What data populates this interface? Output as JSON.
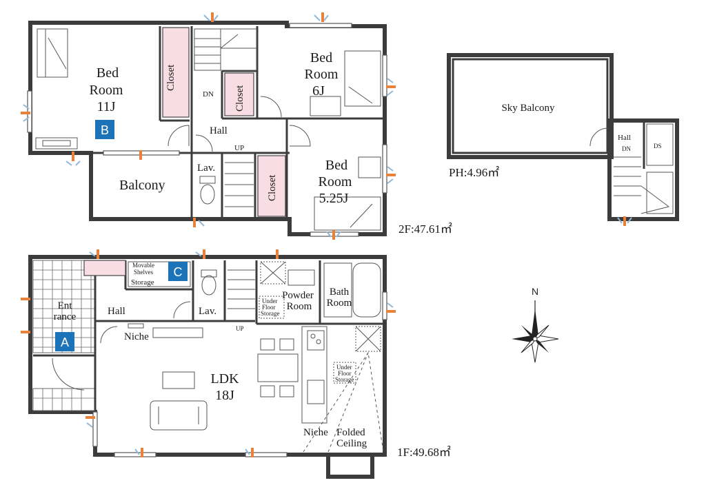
{
  "floor2": {
    "area_label": "2F:47.61㎡",
    "bedroom_b": {
      "line1": "Bed",
      "line2": "Room",
      "line3": "11J",
      "badge": "B"
    },
    "bedroom_6": {
      "line1": "Bed",
      "line2": "Room",
      "line3": "6J"
    },
    "bedroom_525": {
      "line1": "Bed",
      "line2": "Room",
      "line3": "5.25J"
    },
    "closet_1": "Closet",
    "closet_2": "Closet",
    "closet_3": "Closet",
    "dn": "DN",
    "up": "UP",
    "hall": "Hall",
    "lav": "Lav.",
    "balcony": "Balcony"
  },
  "penthouse": {
    "area_label": "PH:4.96㎡",
    "sky_balcony": "Sky Balcony",
    "hall": "Hall",
    "dn": "DN",
    "ds": "DS"
  },
  "floor1": {
    "area_label": "1F:49.68㎡",
    "entrance_line1": "Ent",
    "entrance_line2": "rance",
    "entrance_badge": "A",
    "movable_shelves_1": "Movable",
    "movable_shelves_2": "Shelves",
    "storage": "Storage",
    "storage_badge": "C",
    "hall": "Hall",
    "lav": "Lav.",
    "up": "UP",
    "niche_left": "Niche",
    "under_floor_1a": "Under",
    "under_floor_1b": "Floor",
    "under_floor_1c": "Storage",
    "powder_1": "Powder",
    "powder_2": "Room",
    "bath_1": "Bath",
    "bath_2": "Room",
    "ldk_1": "LDK",
    "ldk_2": "18J",
    "under_floor_2a": "Under",
    "under_floor_2b": "Floor",
    "under_floor_2c": "Storage",
    "niche_right": "Niche",
    "folded_1": "Folded",
    "folded_2": "Ceiling"
  },
  "compass": {
    "north": "N"
  },
  "colors": {
    "wall": "#3c3c3c",
    "closet": "#f8dde4",
    "badge": "#1d73b7",
    "vent_orange": "#e8823a",
    "vent_blue": "#8fb8d8"
  }
}
